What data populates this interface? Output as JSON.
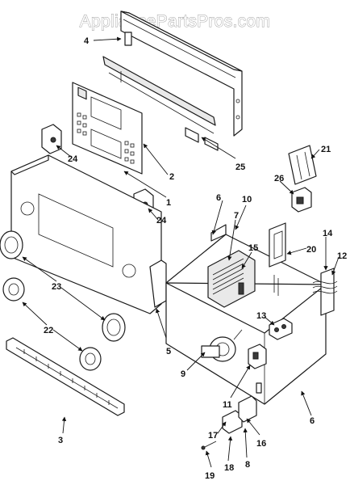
{
  "watermark": "AppliancePartsPros.com",
  "callouts": {
    "c1": "1",
    "c2": "2",
    "c3": "3",
    "c4": "4",
    "c5": "5",
    "c6a": "6",
    "c6b": "6",
    "c7": "7",
    "c8": "8",
    "c9": "9",
    "c10": "10",
    "c11": "11",
    "c12": "12",
    "c13": "13",
    "c14": "14",
    "c15": "15",
    "c16": "16",
    "c17": "17",
    "c18": "18",
    "c19": "19",
    "c20": "20",
    "c21": "21",
    "c22": "22",
    "c23": "23",
    "c24a": "24",
    "c24b": "24",
    "c25": "25",
    "c26": "26"
  }
}
